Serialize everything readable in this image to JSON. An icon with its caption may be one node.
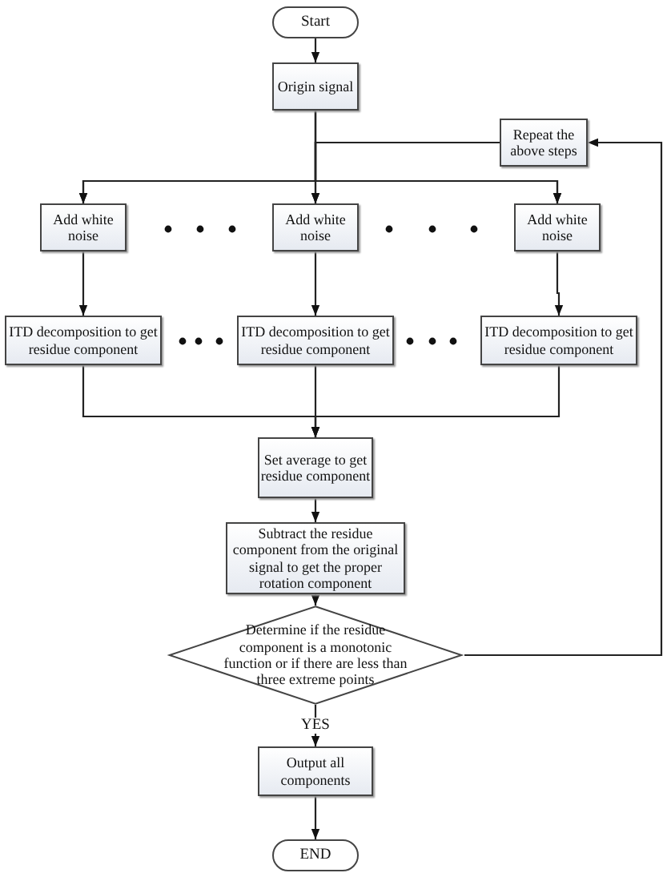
{
  "diagram": {
    "nodes": [
      {
        "text": [
          "Start"
        ]
      },
      {
        "text": [
          "Origin signal"
        ]
      },
      {
        "text": [
          "Repeat the above steps"
        ]
      },
      {
        "text": [
          "Add white noise"
        ]
      },
      {
        "text": [
          "Add white noise"
        ]
      },
      {
        "text": [
          "Add white noise"
        ]
      },
      {
        "text": [
          "ITD decomposition to get residue component"
        ]
      },
      {
        "text": [
          "ITD decomposition to get residue component"
        ]
      },
      {
        "text": [
          "ITD decomposition to get residue component"
        ]
      },
      {
        "text": [
          "Set average to get residue component"
        ]
      },
      {
        "text": [
          "Subtract the residue component from the original signal to get the proper rotation component"
        ]
      },
      {
        "text": [
          "Determine if the residue component is a monotonic function or if there are less than three extreme points"
        ]
      },
      {
        "text": [
          "Output all components"
        ]
      },
      {
        "text": [
          "END"
        ]
      }
    ],
    "edges": [
      {
        "from": 0,
        "to": 1,
        "arrow": "to"
      },
      {
        "from": 1,
        "to": 3,
        "arrow": "to"
      },
      {
        "from": 1,
        "to": 4,
        "arrow": "to"
      },
      {
        "from": 1,
        "to": 5,
        "arrow": "to"
      },
      {
        "from": 2,
        "to": 3,
        "arrow": "to"
      },
      {
        "from": 2,
        "to": 4,
        "arrow": "to"
      },
      {
        "from": 2,
        "to": 5,
        "arrow": "to"
      },
      {
        "from": 3,
        "to": 6,
        "arrow": "to"
      },
      {
        "from": 4,
        "to": 7,
        "arrow": "to"
      },
      {
        "from": 5,
        "to": 8,
        "arrow": "to"
      },
      {
        "from": 6,
        "to": 9,
        "arrow": "to"
      },
      {
        "from": 7,
        "to": 9,
        "arrow": "to"
      },
      {
        "from": 8,
        "to": 9,
        "arrow": "to"
      },
      {
        "from": 9,
        "to": 10,
        "arrow": "to"
      },
      {
        "from": 10,
        "to": 11,
        "arrow": "to"
      },
      {
        "from": 11,
        "to": 12,
        "arrow": "to",
        "label": "YES"
      },
      {
        "from": 12,
        "to": 13,
        "arrow": "to"
      },
      {
        "from": 11,
        "to": 2,
        "arrow": "to"
      }
    ]
  }
}
